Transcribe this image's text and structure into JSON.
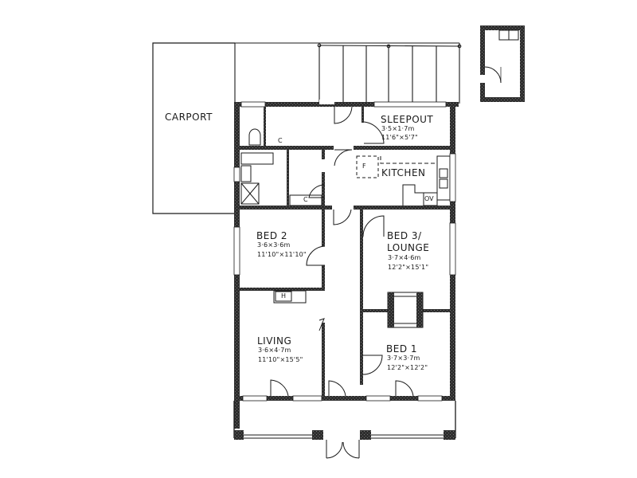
{
  "floorplan": {
    "rooms": [
      {
        "id": "carport",
        "name": "CARPORT",
        "metric": "",
        "imperial": ""
      },
      {
        "id": "sleepout",
        "name": "SLEEPOUT",
        "metric": "3·5×1·7m",
        "imperial": "11'6\"×5'7\""
      },
      {
        "id": "kitchen",
        "name": "KITCHEN",
        "metric": "",
        "imperial": ""
      },
      {
        "id": "bed2",
        "name": "BED 2",
        "metric": "3·6×3·6m",
        "imperial": "11'10\"×11'10\""
      },
      {
        "id": "bed3",
        "name": "BED 3/",
        "name2": "LOUNGE",
        "metric": "3·7×4·6m",
        "imperial": "12'2\"×15'1\""
      },
      {
        "id": "living",
        "name": "LIVING",
        "metric": "3·6×4·7m",
        "imperial": "11'10\"×15'5\""
      },
      {
        "id": "bed1",
        "name": "BED 1",
        "metric": "3·7×3·7m",
        "imperial": "12'2\"×12'2\""
      }
    ],
    "fixtures": {
      "fridge": "F",
      "oven": "OV",
      "heater": "H",
      "cupboard_laundry": "C",
      "cupboard_hall": "C"
    },
    "colors": {
      "ink": "#1a1a1a",
      "wall_fill": "#3a3a3a",
      "paper": "#ffffff"
    }
  }
}
